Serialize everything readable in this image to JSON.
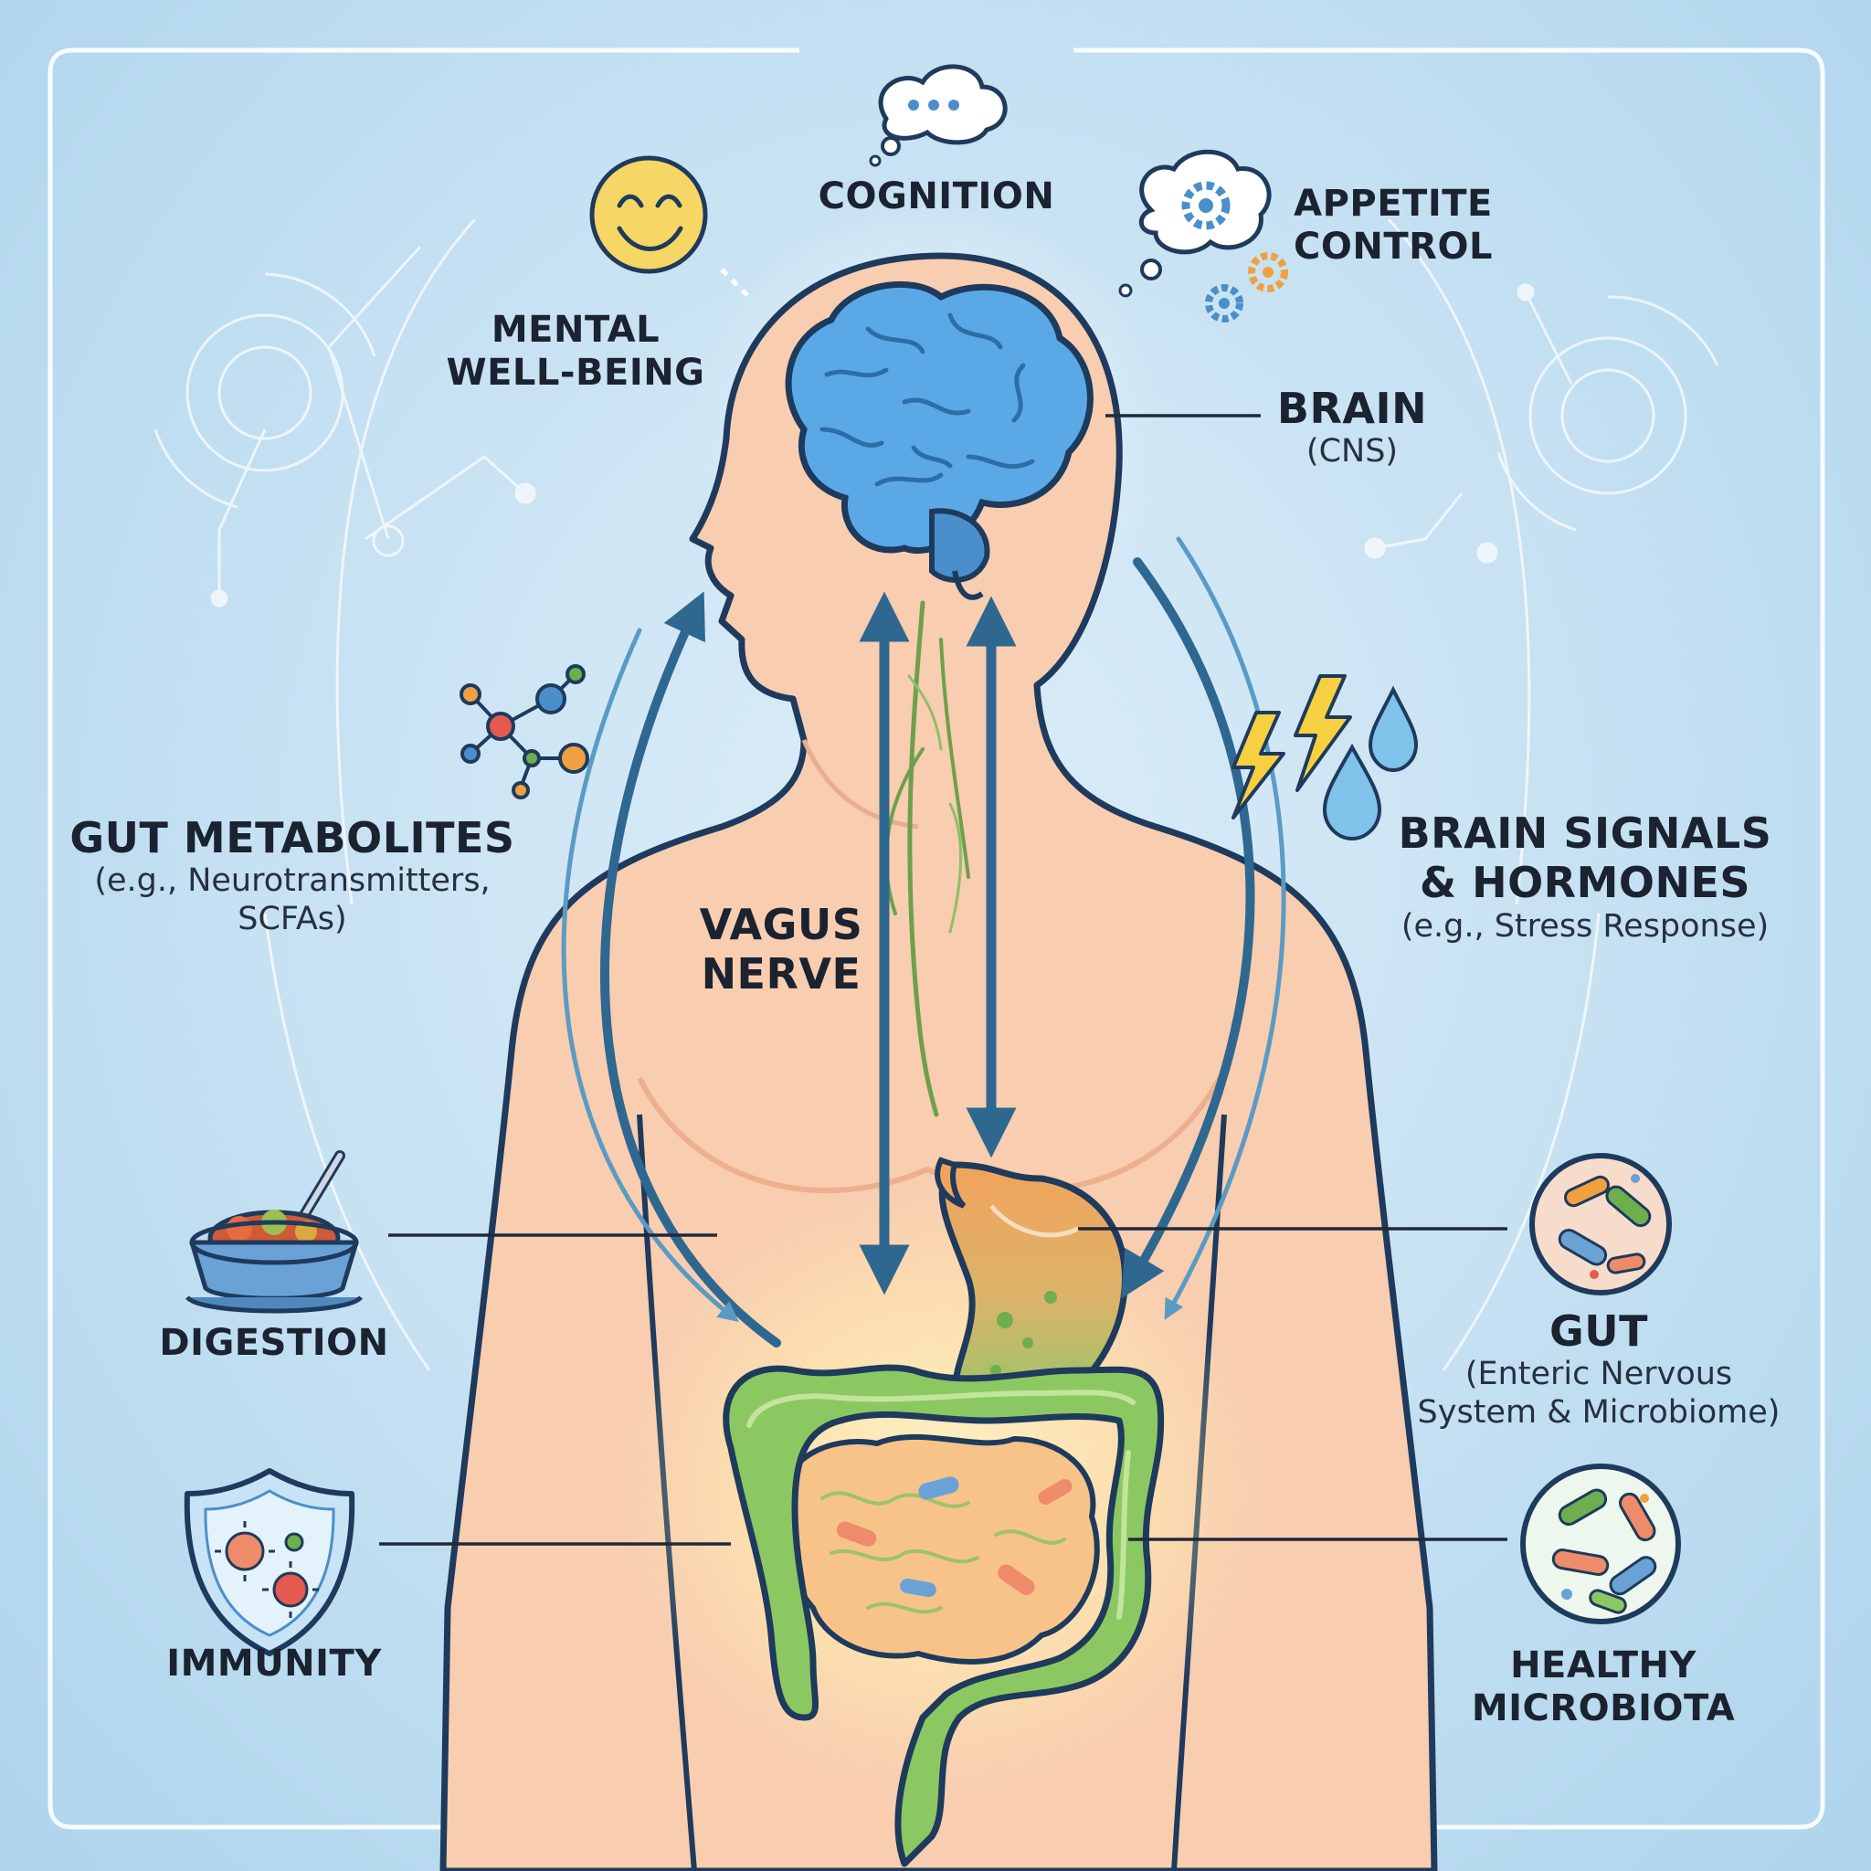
{
  "labels": {
    "cognition": "COGNITION",
    "mental_1": "MENTAL",
    "mental_2": "WELL-BEING",
    "appetite_1": "APPETITE",
    "appetite_2": "CONTROL",
    "brain_1": "BRAIN",
    "brain_2": "(CNS)",
    "metab_1": "GUT METABOLITES",
    "metab_2": "(e.g., Neurotransmitters,",
    "metab_3": "SCFAs)",
    "vagus_1": "VAGUS",
    "vagus_2": "NERVE",
    "signals_1": "BRAIN SIGNALS",
    "signals_2": "& HORMONES",
    "signals_3": "(e.g., Stress Response)",
    "digestion": "DIGESTION",
    "gut_1": "GUT",
    "gut_2": "(Enteric Nervous",
    "gut_3": "System & Microbiome)",
    "immunity": "IMMUNITY",
    "micro_1": "HEALTHY",
    "micro_2": "MICROBIOTA"
  },
  "icons": [
    "thought-bubble-icon",
    "smiley-face-icon",
    "gears-thought-icon",
    "molecule-icon",
    "lightning-icon",
    "water-drop-icon",
    "food-bowl-icon",
    "shield-virus-icon",
    "bacteria-circle-icon"
  ],
  "colors": {
    "background": "#c4e0f2",
    "skin": "#f8cdb0",
    "outline": "#1e3a5c",
    "arrow": "#2e6890",
    "brain": "#5aa9e6",
    "intestine": "#8cc862",
    "stomach": "#f3a35c"
  }
}
